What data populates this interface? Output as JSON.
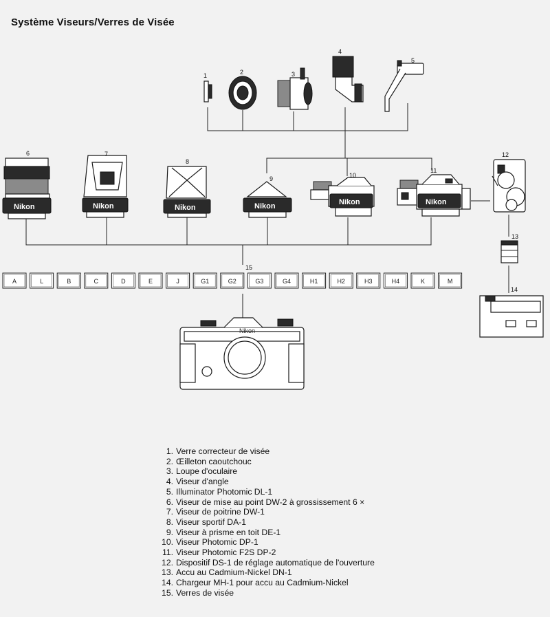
{
  "title": "Système Viseurs/Verres de Visée",
  "brand": "Nikon",
  "camera_brand": "Nikon",
  "part_numbers": [
    "1",
    "2",
    "3",
    "4",
    "5",
    "6",
    "7",
    "8",
    "9",
    "10",
    "11",
    "12",
    "13",
    "14",
    "15"
  ],
  "screens": [
    "A",
    "L",
    "B",
    "C",
    "D",
    "E",
    "J",
    "G1",
    "G2",
    "G3",
    "G4",
    "H1",
    "H2",
    "H3",
    "H4",
    "K",
    "M"
  ],
  "legend": [
    {
      "num": "1.",
      "text": "Verre correcteur de visée"
    },
    {
      "num": "2.",
      "text": "Œilleton caoutchouc"
    },
    {
      "num": "3.",
      "text": "Loupe d'oculaire"
    },
    {
      "num": "4.",
      "text": "Viseur d'angle"
    },
    {
      "num": "5.",
      "text": "Illuminator Photomic DL-1"
    },
    {
      "num": "6.",
      "text": "Viseur de mise au point DW-2 à grossissement 6 ×"
    },
    {
      "num": "7.",
      "text": "Viseur de poitrine DW-1"
    },
    {
      "num": "8.",
      "text": "Viseur sportif DA-1"
    },
    {
      "num": "9.",
      "text": "Viseur à prisme en toit DE-1"
    },
    {
      "num": "10.",
      "text": "Viseur Photomic DP-1"
    },
    {
      "num": "11.",
      "text": "Viseur Photomic F2S DP-2"
    },
    {
      "num": "12.",
      "text": "Dispositif DS-1 de réglage automatique de l'ouverture"
    },
    {
      "num": "13.",
      "text": "Accu au Cadmium-Nickel DN-1"
    },
    {
      "num": "14.",
      "text": "Chargeur MH-1 pour accu au Cadmium-Nickel"
    },
    {
      "num": "15.",
      "text": "Verres de visée"
    }
  ]
}
